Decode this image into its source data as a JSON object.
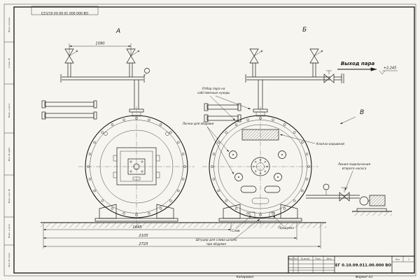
{
  "sheet": {
    "stamp_code": "ОВ 000 000 10 60 04 01Л.ЕЗ",
    "format_note": "Формат А3",
    "copied_note": "Копировал",
    "margin_labels": [
      "Перв. примен.",
      "Справ. №",
      "Подп. и дата",
      "Инв. № дубл.",
      "Взам. инв. №",
      "Подп. и дата",
      "Инв. № подл."
    ]
  },
  "views": {
    "a": "А",
    "b": "Б",
    "v": "В"
  },
  "dimensions": {
    "valve_span": "1090",
    "dim1": "1645",
    "dim2": "2105",
    "dim3": "2725",
    "elevation": "+2,245"
  },
  "annotations": {
    "steam_outlet": "Выход пара",
    "steam_tap_1": "Отбор пара на",
    "steam_tap_2": "собственные нужды",
    "hatches": "Лючки для обдувки",
    "explosion_valve": "Клапан взрывной",
    "second_pump_1": "Линия подключения",
    "second_pump_2": "второго насоса",
    "drain": "Слив",
    "blowdown": "Продувка",
    "sludge_1": "Штуцер для слива шлама",
    "sludge_2": "при обдувке"
  },
  "title_block": {
    "doc_number": "ЕГ 0.10.09.011.00.000  ВО",
    "col_izm": "Изм.",
    "col_list": "Лист",
    "col_docum": "№ докум.",
    "col_podp": "Подп.",
    "col_data": "Дата",
    "sheet_label": "Лист",
    "sheet_number": "2"
  }
}
